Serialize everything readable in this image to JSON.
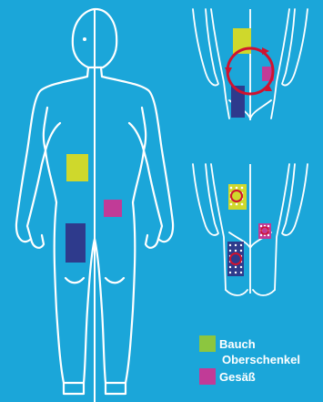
{
  "colors": {
    "background": "#1ba6d9",
    "outline": "#ffffff",
    "bauch": "#cfd82c",
    "bauch_legend": "#8cc63f",
    "oberschenkel": "#2e3a8c",
    "gesaess": "#c13b97",
    "rotation": "#d0122f"
  },
  "legend": {
    "bauch": "Bauch",
    "oberschenkel": "Oberschenkel",
    "gesaess": "Gesäß"
  }
}
